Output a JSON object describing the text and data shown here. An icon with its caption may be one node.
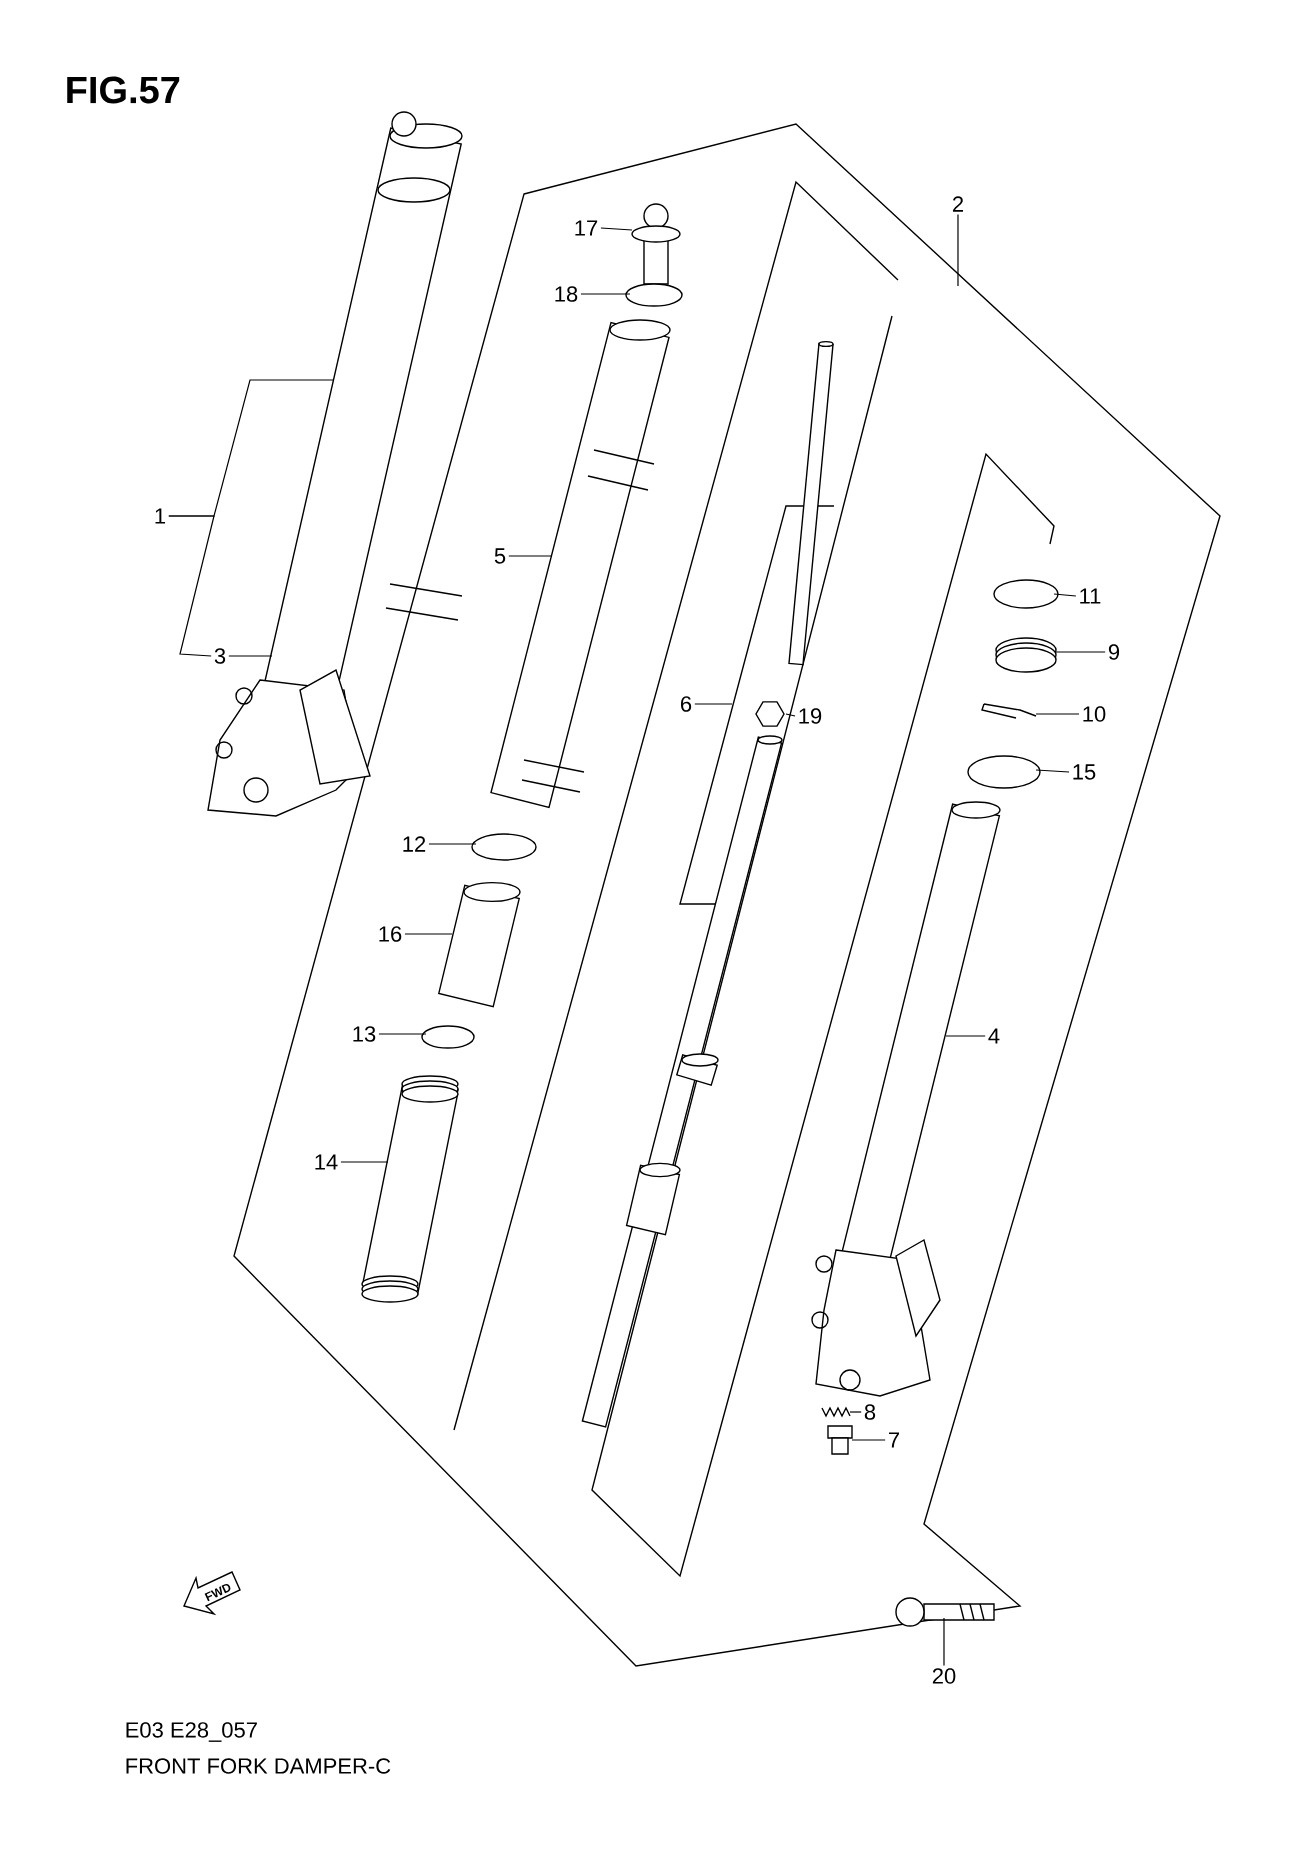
{
  "diagram": {
    "title": "FIG.57",
    "caption": "FRONT FORK DAMPER-C",
    "nodes": [
      {
        "text": [
          "1"
        ]
      },
      {
        "text": [
          "2"
        ]
      },
      {
        "text": [
          "3"
        ]
      },
      {
        "text": [
          "4"
        ]
      },
      {
        "text": [
          "5"
        ]
      },
      {
        "text": [
          "6"
        ]
      },
      {
        "text": [
          "7"
        ]
      },
      {
        "text": [
          "8"
        ]
      },
      {
        "text": [
          "9"
        ]
      },
      {
        "text": [
          "10"
        ]
      },
      {
        "text": [
          "11"
        ]
      },
      {
        "text": [
          "12"
        ]
      },
      {
        "text": [
          "13"
        ]
      },
      {
        "text": [
          "14"
        ]
      },
      {
        "text": [
          "15"
        ]
      },
      {
        "text": [
          "16"
        ]
      },
      {
        "text": [
          "17"
        ]
      },
      {
        "text": [
          "18"
        ]
      },
      {
        "text": [
          "19"
        ]
      },
      {
        "text": [
          "20"
        ]
      },
      {
        "text": [],
        "shape": "picture"
      },
      {
        "text": [],
        "shape": "picture"
      },
      {
        "text": [],
        "shape": "picture"
      },
      {
        "text": [],
        "shape": "picture"
      },
      {
        "text": [],
        "shape": "picture"
      },
      {
        "text": [],
        "shape": "picture"
      },
      {
        "text": [],
        "shape": "picture"
      },
      {
        "text": [],
        "shape": "circle"
      },
      {
        "text": [],
        "shape": "circle"
      },
      {
        "text": [],
        "shape": "circle"
      },
      {
        "text": [],
        "shape": "picture"
      },
      {
        "text": [],
        "shape": "circle"
      },
      {
        "text": [],
        "shape": "picture"
      },
      {
        "text": [],
        "shape": "picture"
      },
      {
        "text": [],
        "shape": "circle"
      },
      {
        "text": [],
        "shape": "hexagon"
      },
      {
        "text": [],
        "shape": "picture"
      }
    ],
    "edges": [
      {
        "from": 0,
        "to": 20,
        "arrow": "none"
      },
      {
        "from": 1,
        "to": null,
        "arrow": "none"
      },
      {
        "from": 2,
        "to": 20,
        "arrow": "none"
      },
      {
        "from": 3,
        "to": 21,
        "arrow": "none"
      },
      {
        "from": 4,
        "to": 22,
        "arrow": "none"
      },
      {
        "from": 5,
        "to": null,
        "arrow": "none"
      },
      {
        "from": 6,
        "to": 23,
        "arrow": "none"
      },
      {
        "from": 7,
        "to": 24,
        "arrow": "none"
      },
      {
        "from": 8,
        "to": 25,
        "arrow": "none"
      },
      {
        "from": 9,
        "to": 26,
        "arrow": "none"
      },
      {
        "from": 10,
        "to": 27,
        "arrow": "none"
      },
      {
        "from": 11,
        "to": 28,
        "arrow": "none"
      },
      {
        "from": 12,
        "to": 29,
        "arrow": "none"
      },
      {
        "from": 13,
        "to": 30,
        "arrow": "none"
      },
      {
        "from": 14,
        "to": 31,
        "arrow": "none"
      },
      {
        "from": 15,
        "to": 32,
        "arrow": "none"
      },
      {
        "from": 16,
        "to": 33,
        "arrow": "none"
      },
      {
        "from": 17,
        "to": 34,
        "arrow": "none"
      },
      {
        "from": 18,
        "to": 35,
        "arrow": "none"
      },
      {
        "from": 19,
        "to": 36,
        "arrow": "none"
      },
      {
        "from": 0,
        "to": 2,
        "arrow": "none"
      }
    ],
    "labels": [
      "FWD",
      "E03 E28_057"
    ]
  }
}
